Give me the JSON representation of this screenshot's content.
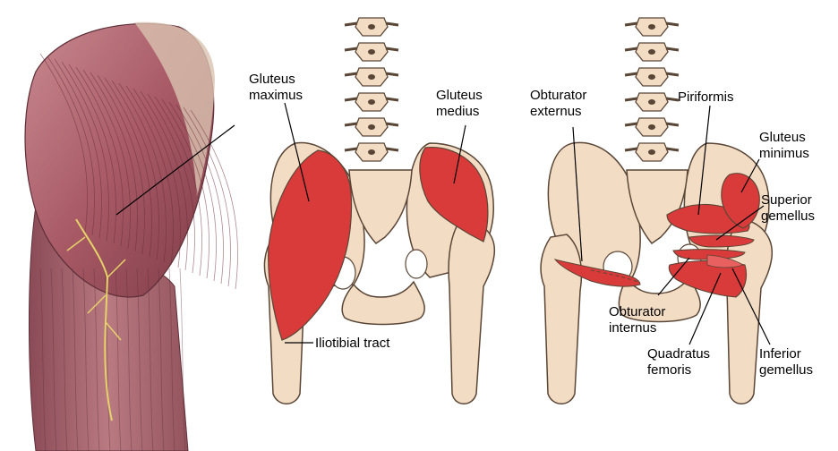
{
  "colors": {
    "muscle": "#d93a3a",
    "bone": "#f2dcc4",
    "bone_outline": "#5a4636",
    "vertebra_shade": "#e8cfae",
    "anatomical_muscle": "#b56a72",
    "background": "#ffffff"
  },
  "labels": {
    "gluteus_maximus": [
      "Gluteus",
      "maximus"
    ],
    "gluteus_medius": [
      "Gluteus",
      "medius"
    ],
    "iliotibial_tract": [
      "Iliotibial tract"
    ],
    "obturator_externus": [
      "Obturator",
      "externus"
    ],
    "piriformis": [
      "Piriformis"
    ],
    "gluteus_minimus": [
      "Gluteus",
      "minimus"
    ],
    "superior_gemellus": [
      "Superior",
      "gemellus"
    ],
    "obturator_internus": [
      "Obturator",
      "internus"
    ],
    "quadratus_femoris": [
      "Quadratus",
      "femoris"
    ],
    "inferior_gemellus": [
      "Inferior",
      "gemellus"
    ]
  }
}
